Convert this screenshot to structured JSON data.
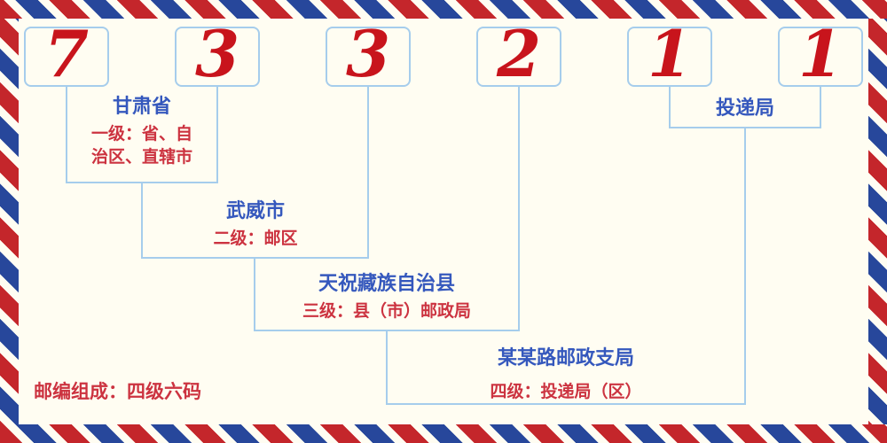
{
  "postal_code": {
    "digits": [
      "7",
      "3",
      "3",
      "2",
      "1",
      "1"
    ]
  },
  "levels": {
    "level1": {
      "name": "甘肃省",
      "desc_line1": "一级：省、自",
      "desc_line2": "治区、直辖市"
    },
    "level2": {
      "name": "武威市",
      "desc": "二级：邮区"
    },
    "level3": {
      "name": "天祝藏族自治县",
      "desc": "三级：县（市）邮政局"
    },
    "level4": {
      "name": "某某路邮政支局",
      "desc": "四级：投递局（区）"
    },
    "delivery": {
      "name": "投递局"
    }
  },
  "footer": {
    "composition_label": "邮编组成：四级六码"
  },
  "colors": {
    "digit_red": "#c8141c",
    "label_blue": "#3558bd",
    "label_red": "#cc3340",
    "connector_blue": "#a6cdec",
    "border_red": "#c4262b",
    "border_blue": "#27479b",
    "background": "#fffdf2"
  }
}
